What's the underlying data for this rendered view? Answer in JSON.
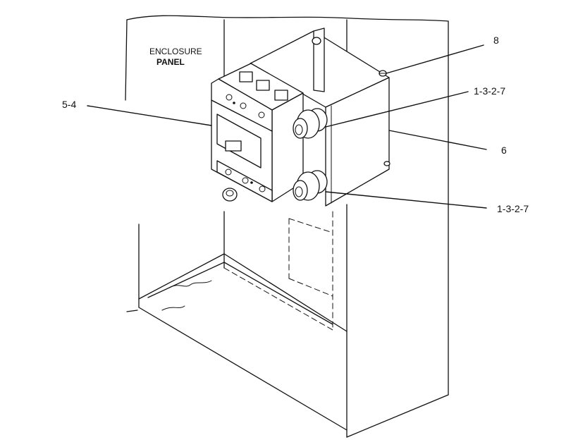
{
  "labels": {
    "enclosure_line1": "ENCLOSURE",
    "enclosure_line2": "PANEL"
  },
  "callouts": {
    "item_8": "8",
    "item_5_4": "5-4",
    "item_1_3_2_7_upper": "1-3-2-7",
    "item_6": "6",
    "item_1_3_2_7_lower": "1-3-2-7"
  }
}
